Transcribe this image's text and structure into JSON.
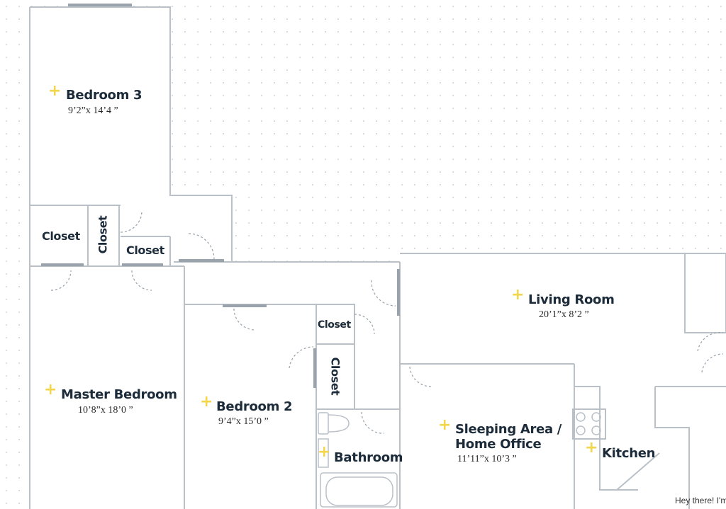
{
  "rooms": {
    "bedroom3": {
      "name": "Bedroom 3",
      "dims": "9’2”x 14’4 ”"
    },
    "master": {
      "name": "Master Bedroom",
      "dims": "10’8”x 18’0 ”"
    },
    "bedroom2": {
      "name": "Bedroom 2",
      "dims": "9’4”x 15’0 ”"
    },
    "living": {
      "name": "Living Room",
      "dims": "20’1”x 8’2 ”"
    },
    "sleeping": {
      "name_line1": "Sleeping Area /",
      "name_line2": "Home Office",
      "dims": "11’11”x 10’3 ”"
    },
    "bathroom": {
      "name": "Bathroom"
    },
    "kitchen": {
      "name": "Kitchen"
    }
  },
  "closets": {
    "c1": "Closet",
    "c2": "Closet",
    "c3": "Closet",
    "c4": "Closet",
    "c5": "Closet"
  },
  "chat": {
    "teaser": "Hey there! I'm"
  },
  "colors": {
    "wall": "#b9c0c7",
    "wall_outer": "#aeb5bd",
    "door": "#7f8a94",
    "marker": "#f2d64b",
    "text": "#1c2b3a"
  }
}
